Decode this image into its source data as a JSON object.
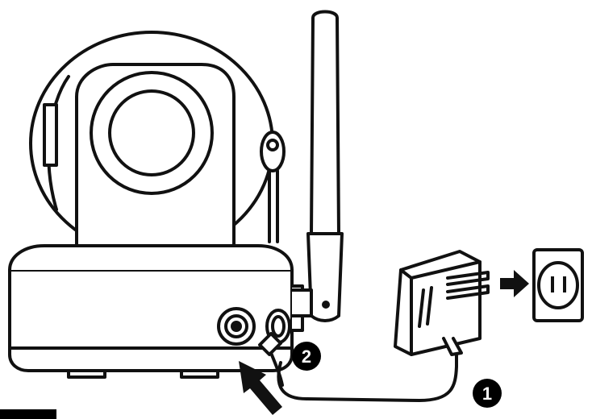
{
  "diagram": {
    "steps": [
      {
        "number": "1"
      },
      {
        "number": "2"
      }
    ],
    "colors": {
      "ink": "#111111",
      "background": "#ffffff",
      "badge": "#000000"
    },
    "icons": [
      "camera-body",
      "antenna",
      "power-adapter",
      "wall-outlet",
      "arrow-right-icon",
      "arrow-up-icon",
      "dc-jack"
    ]
  }
}
